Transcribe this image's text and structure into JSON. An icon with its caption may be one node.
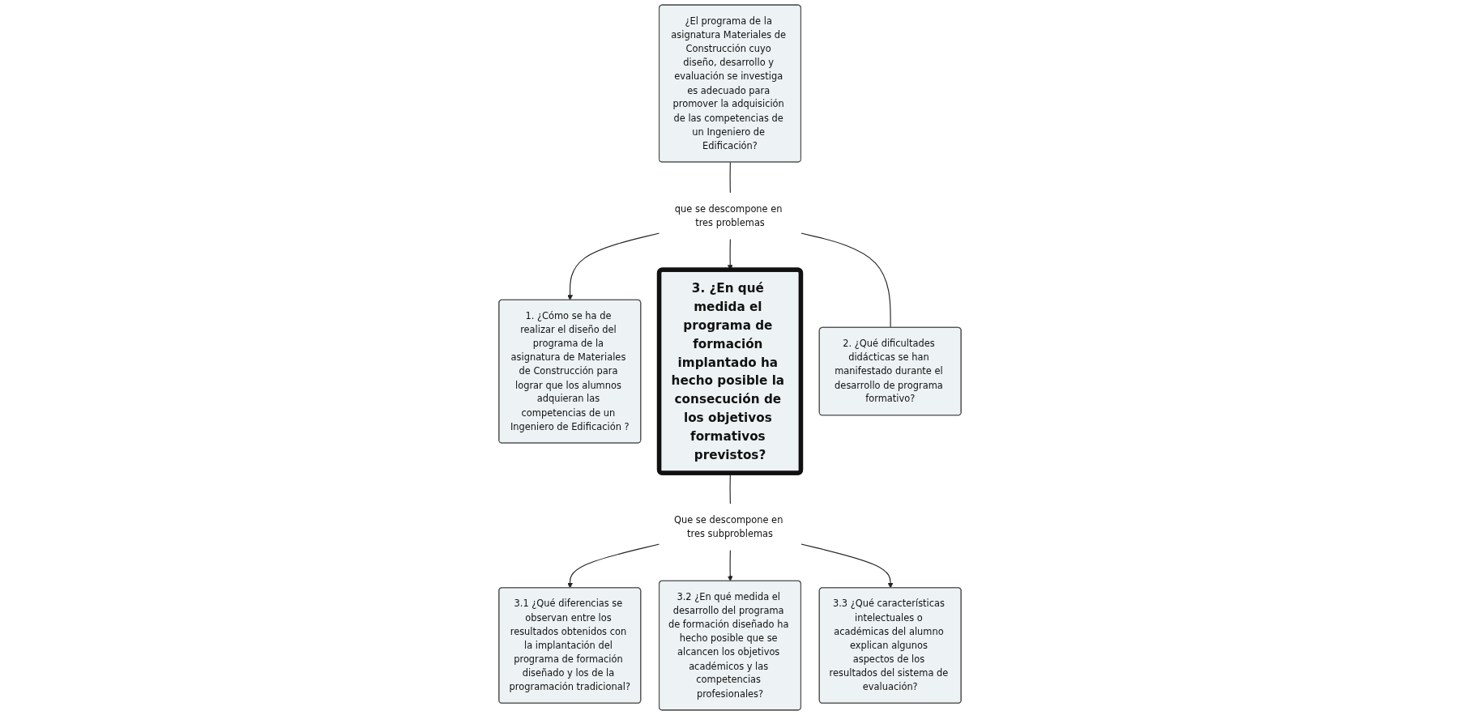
{
  "diagram": {
    "nodes": [
      {
        "text": [
          "¿El programa de la asignatura Materiales de Construcción cuyo diseño, desarrollo y evaluación se investiga es adecuado para promover la adquisición de las competencias de un Ingeniero de Edificación?"
        ]
      },
      {
        "text": [
          "que se descompone en tres problemas"
        ]
      },
      {
        "text": [
          "1. ¿Cómo se ha de realizar el diseño del programa de la asignatura de Materiales de Construcción para lograr que los alumnos adquieran las competencias de un Ingeniero de Edificación ?"
        ]
      },
      {
        "text": [
          "3. ¿En qué medida el programa de formación implantado ha hecho posible la consecución de los objetivos formativos previstos?"
        ]
      },
      {
        "text": [
          "2. ¿Qué dificultades didácticas se han manifestado durante el desarrollo de programa formativo?"
        ]
      },
      {
        "text": [
          "Que se descompone en tres subproblemas"
        ]
      },
      {
        "text": [
          "3.1 ¿Qué diferencias se observan entre los resultados obtenidos con la implantación del programa de formación diseñado y los de la programación tradicional?"
        ]
      },
      {
        "text": [
          "3.2 ¿En qué medida el desarrollo del programa de formación diseñado ha hecho posible que se alcancen los objetivos académicos y las competencias profesionales?"
        ]
      },
      {
        "text": [
          "3.3 ¿Qué características intelectuales o académicas del alumno explican algunos aspectos de los resultados del sistema de evaluación?"
        ]
      }
    ],
    "edges": [
      {
        "from": 0,
        "to": 1,
        "arrow": "none"
      },
      {
        "from": 1,
        "to": 2,
        "arrow": "to"
      },
      {
        "from": 1,
        "to": 3,
        "arrow": "to"
      },
      {
        "from": 1,
        "to": 4,
        "arrow": "none"
      },
      {
        "from": 3,
        "to": 5,
        "arrow": "none"
      },
      {
        "from": 5,
        "to": 6,
        "arrow": "to"
      },
      {
        "from": 5,
        "to": 7,
        "arrow": "to"
      },
      {
        "from": 5,
        "to": 8,
        "arrow": "to"
      }
    ]
  }
}
